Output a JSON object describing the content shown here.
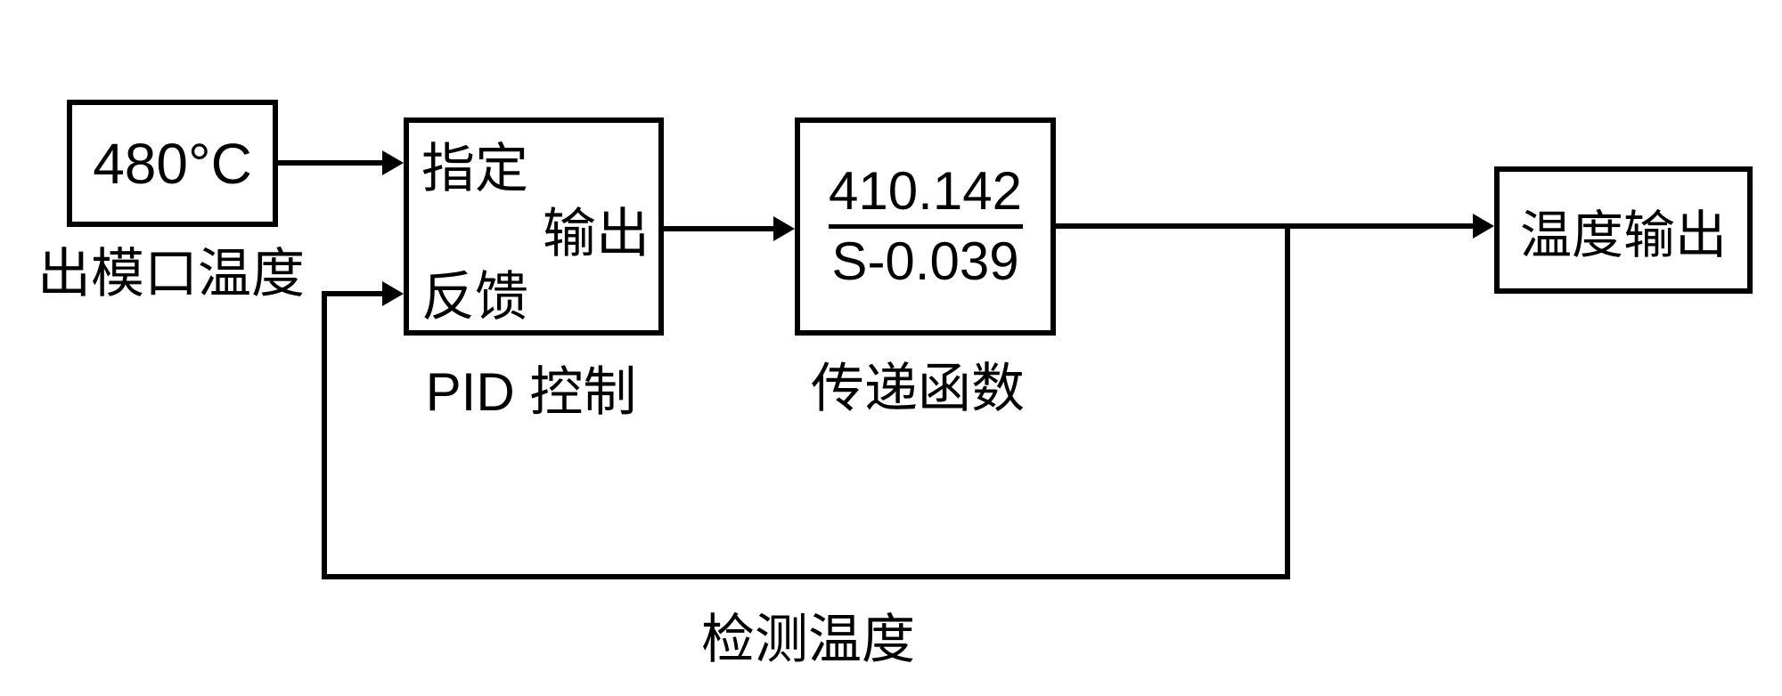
{
  "diagram": {
    "title_implicit": "PID temperature control loop",
    "setpoint_box": {
      "value": "480°C",
      "caption": "出模口温度"
    },
    "pid_box": {
      "port_input_top": "指定",
      "port_output": "输出",
      "port_input_bottom": "反馈",
      "caption": "PID 控制"
    },
    "transfer_function_box": {
      "numerator": "410.142",
      "denominator": "S-0.039",
      "caption": "传递函数"
    },
    "output_box": {
      "label": "温度输出"
    },
    "feedback_path": {
      "caption": "检测温度"
    },
    "colors": {
      "line": "#000000",
      "background": "#ffffff"
    }
  }
}
